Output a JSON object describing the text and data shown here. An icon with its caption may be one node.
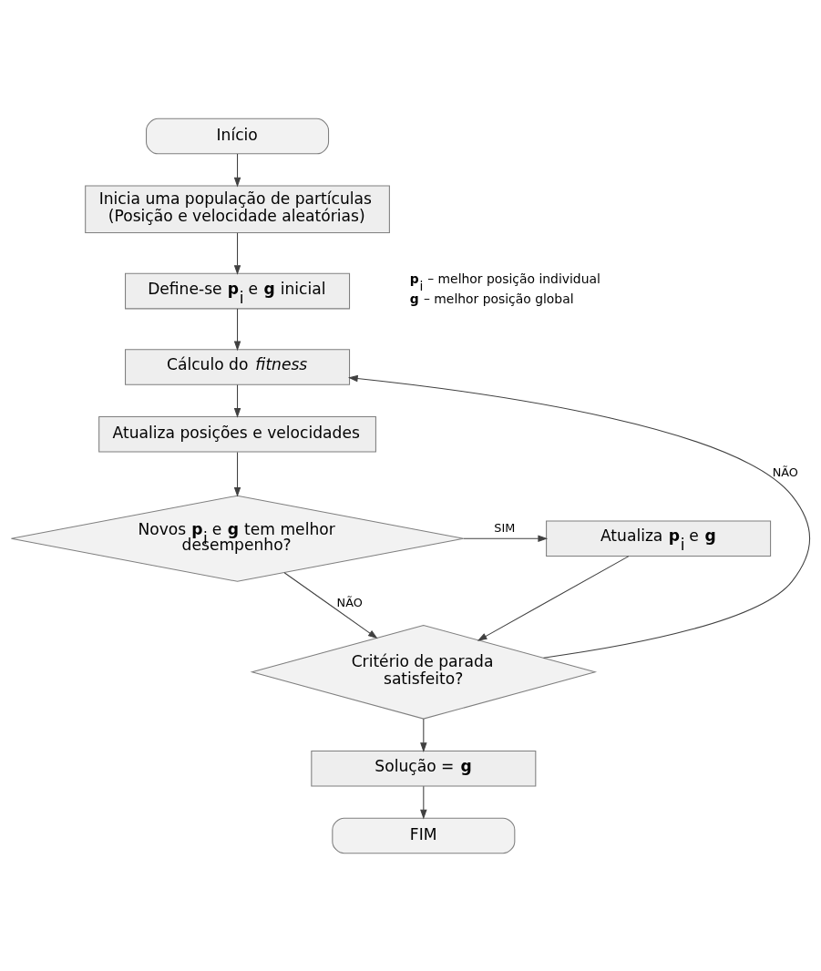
{
  "diagram": {
    "nodes": [
      {
        "text": [
          "Início"
        ]
      },
      {
        "text": [
          "Inicia uma população de partículas (Posição e velocidade aleatórias)"
        ]
      },
      {
        "text": [
          "Define-se **p**$_{i}$ e **g** inicial"
        ]
      },
      {
        "text": [
          "Cálculo do *fitness*"
        ]
      },
      {
        "text": [
          "Atualiza posições e velocidades"
        ]
      },
      {
        "text": [
          "Novos **p**$_{i}$ e **g** tem melhor desempenho?"
        ]
      },
      {
        "text": [
          "Atualiza **p**$_{i}$ e **g**"
        ]
      },
      {
        "text": [
          "Critério de parada satisfeito?"
        ]
      },
      {
        "text": [
          "Solução = **g**"
        ]
      },
      {
        "text": [
          "FIM"
        ]
      }
    ],
    "edges": [
      {
        "from": 0,
        "to": 1,
        "arrow": "to"
      },
      {
        "from": 1,
        "to": 2,
        "arrow": "to"
      },
      {
        "from": 2,
        "to": 3,
        "arrow": "to"
      },
      {
        "from": 3,
        "to": 4,
        "arrow": "to"
      },
      {
        "from": 4,
        "to": 5,
        "arrow": "to"
      },
      {
        "from": 5,
        "to": 6,
        "arrow": "to",
        "label": "SIM"
      },
      {
        "from": 5,
        "to": 7,
        "arrow": "to",
        "label": "NÃO"
      },
      {
        "from": 6,
        "to": 7,
        "arrow": "to"
      },
      {
        "from": 7,
        "to": 3,
        "arrow": "to",
        "label": "NÃO"
      },
      {
        "from": 7,
        "to": 8,
        "arrow": "to"
      },
      {
        "from": 8,
        "to": 9,
        "arrow": "to"
      }
    ],
    "labels": [
      "**p**$_{i}$ – melhor posição individual",
      "**g** – melhor posição global"
    ]
  }
}
